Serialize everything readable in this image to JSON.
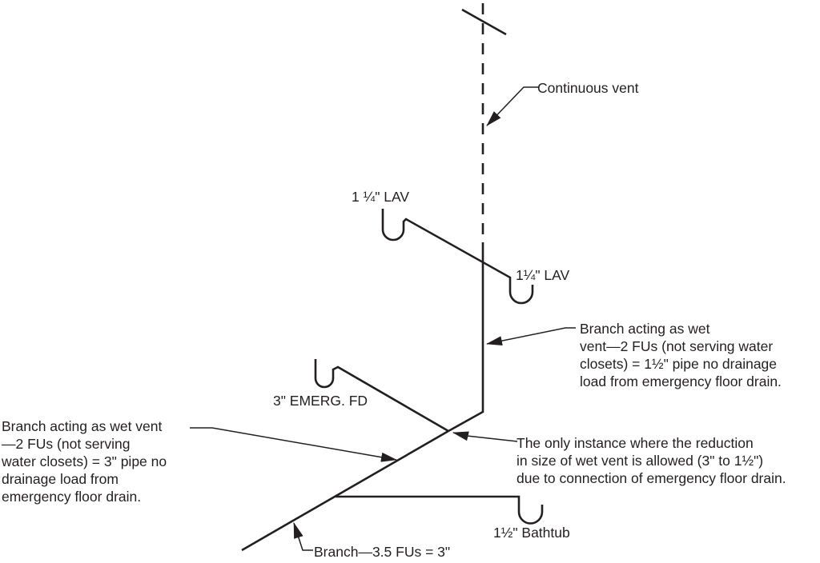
{
  "page": {
    "background": "#ffffff",
    "line_color": "#231f20"
  },
  "labels": {
    "continuous_vent": "Continuous vent",
    "lav_upper": "1 ¼\" LAV",
    "lav_lower": "1¼\" LAV",
    "emerg_fd": "3\" EMERG. FD",
    "bathtub": "1½\" Bathtub",
    "branch_bottom": "Branch—3.5 FUs = 3\""
  },
  "notes": {
    "wet_vent_right": [
      "Branch acting as wet",
      "vent—2 FUs (not serving water",
      "closets) = 1½\" pipe no drainage",
      "load from emergency floor drain."
    ],
    "wet_vent_left": [
      "Branch acting as wet vent",
      "—2 FUs (not serving",
      "water closets) = 3\" pipe no",
      "drainage load from",
      "emergency floor drain."
    ],
    "reduction": [
      "The only instance where the reduction",
      "in size of wet vent is allowed (3\" to 1½\")",
      "due to connection of emergency floor drain."
    ]
  }
}
